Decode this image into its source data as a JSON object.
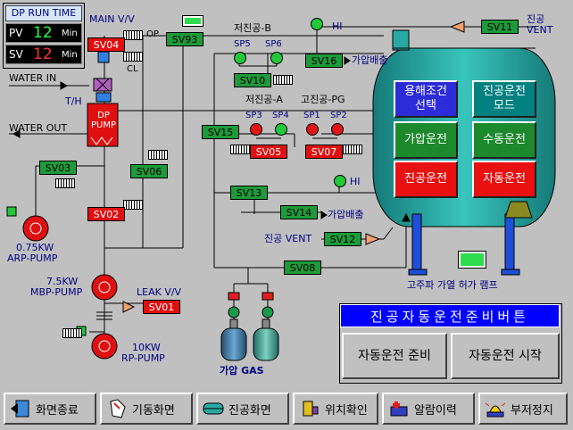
{
  "run_time": {
    "title": "DP RUN TIME",
    "pv_label": "PV",
    "pv_value": "12",
    "pv_unit": "Min",
    "sv_label": "SV",
    "sv_value": "12",
    "sv_unit": "Min"
  },
  "labels": {
    "main_vv": "MAIN V/V",
    "op": "OP",
    "cl": "CL",
    "water_in": "WATER IN",
    "water_out": "WATER OUT",
    "th": "T/H",
    "dp_pump": "DP\nPUMP",
    "arp_power": "0.75KW",
    "arp_name": "ARP-PUMP",
    "mbp_power": "7.5KW",
    "mbp_name": "MBP-PUMP",
    "rp_power": "10KW",
    "rp_name": "RP-PUMP",
    "leak_vv": "LEAK V/V",
    "low_vac_b": "저진공-B",
    "low_vac_a": "저진공-A",
    "high_vac_pg": "고진공-PG",
    "hi1": "HI",
    "hi2": "HI",
    "vent_top": "진공\nVENT",
    "vent_mid": "진공 VENT",
    "pressurize_exhaust1": "가압배출",
    "pressurize_exhaust2": "가압배출",
    "gas": "가압 GAS",
    "hf_lamp": "고주파 가열 허가 램프",
    "sp1": "SP1",
    "sp2": "SP2",
    "sp3": "SP3",
    "sp4": "SP4",
    "sp5": "SP5",
    "sp6": "SP6"
  },
  "valves": {
    "sv01": "SV01",
    "sv02": "SV02",
    "sv03": "SV03",
    "sv04": "SV04",
    "sv05": "SV05",
    "sv06": "SV06",
    "sv07": "SV07",
    "sv08": "SV08",
    "sv10": "SV10",
    "sv11": "SV11",
    "sv12": "SV12",
    "sv13": "SV13",
    "sv14": "SV14",
    "sv15": "SV15",
    "sv16": "SV16",
    "sv93": "SV93"
  },
  "vessel": {
    "welding_select": "용해조건\n선택",
    "vac_mode": "진공운전\n모드",
    "pressurize_run": "가압운전",
    "manual_run": "수동운전",
    "vacuum_run": "진공운전",
    "auto_run": "자동운전"
  },
  "auto_panel": {
    "title": "진공자동운전준비버튼",
    "prepare": "자동운전 준비",
    "start": "자동운전 시작"
  },
  "taskbar": {
    "exit": "화면종료",
    "startup": "기동화면",
    "vacuum": "진공화면",
    "position": "위치확인",
    "alarm": "알람이력",
    "buzzer": "부저정지"
  },
  "colors": {
    "valve_on": "#e01010",
    "valve_off": "#1e9a3a",
    "vessel": "#2aa9a3",
    "panel_blue": "#0000ff"
  }
}
